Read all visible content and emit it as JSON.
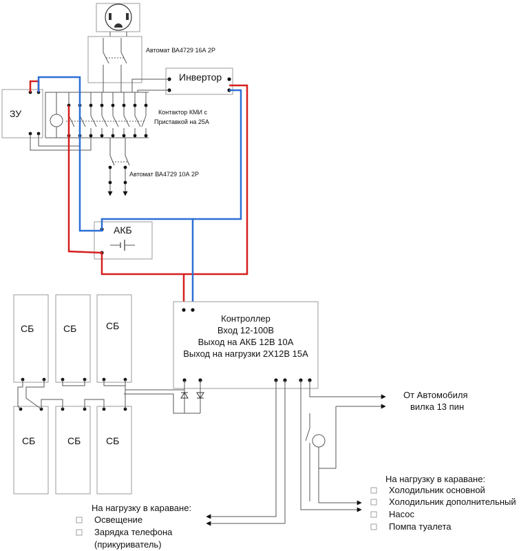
{
  "labels": {
    "breaker_16a": "Автомат ВА4729 16А 2Р",
    "inverter": "Инвертор",
    "charger": "ЗУ",
    "contactor_line1": "Контактор КМИ с",
    "contactor_line2": "Приставкой на 25А",
    "breaker_10a": "Автомат ВА4729 10А 2Р",
    "battery": "АКБ",
    "panel": "СБ",
    "controller_line1": "Контроллер",
    "controller_line2": "Вход 12-100В",
    "controller_line3": "Выход на АКБ 12В 10А",
    "controller_line4": "Выход на нагрузки 2Х12В 15А",
    "car_line1": "От Автомобиля",
    "car_line2": "вилка 13 пин"
  },
  "load_right": {
    "title": "На нагрузку в караване:",
    "items": [
      "Холодильник основной",
      "Холодильник дополнительный",
      "Насос",
      "Помпа туалета"
    ]
  },
  "load_left": {
    "title": "На нагрузку в караване:",
    "items": [
      "Освещение",
      "Зарядка телефона",
      "(прикуриватель)"
    ]
  },
  "colors": {
    "positive": "#d61f1f",
    "negative": "#2b6fd6",
    "wire": "#555555"
  }
}
